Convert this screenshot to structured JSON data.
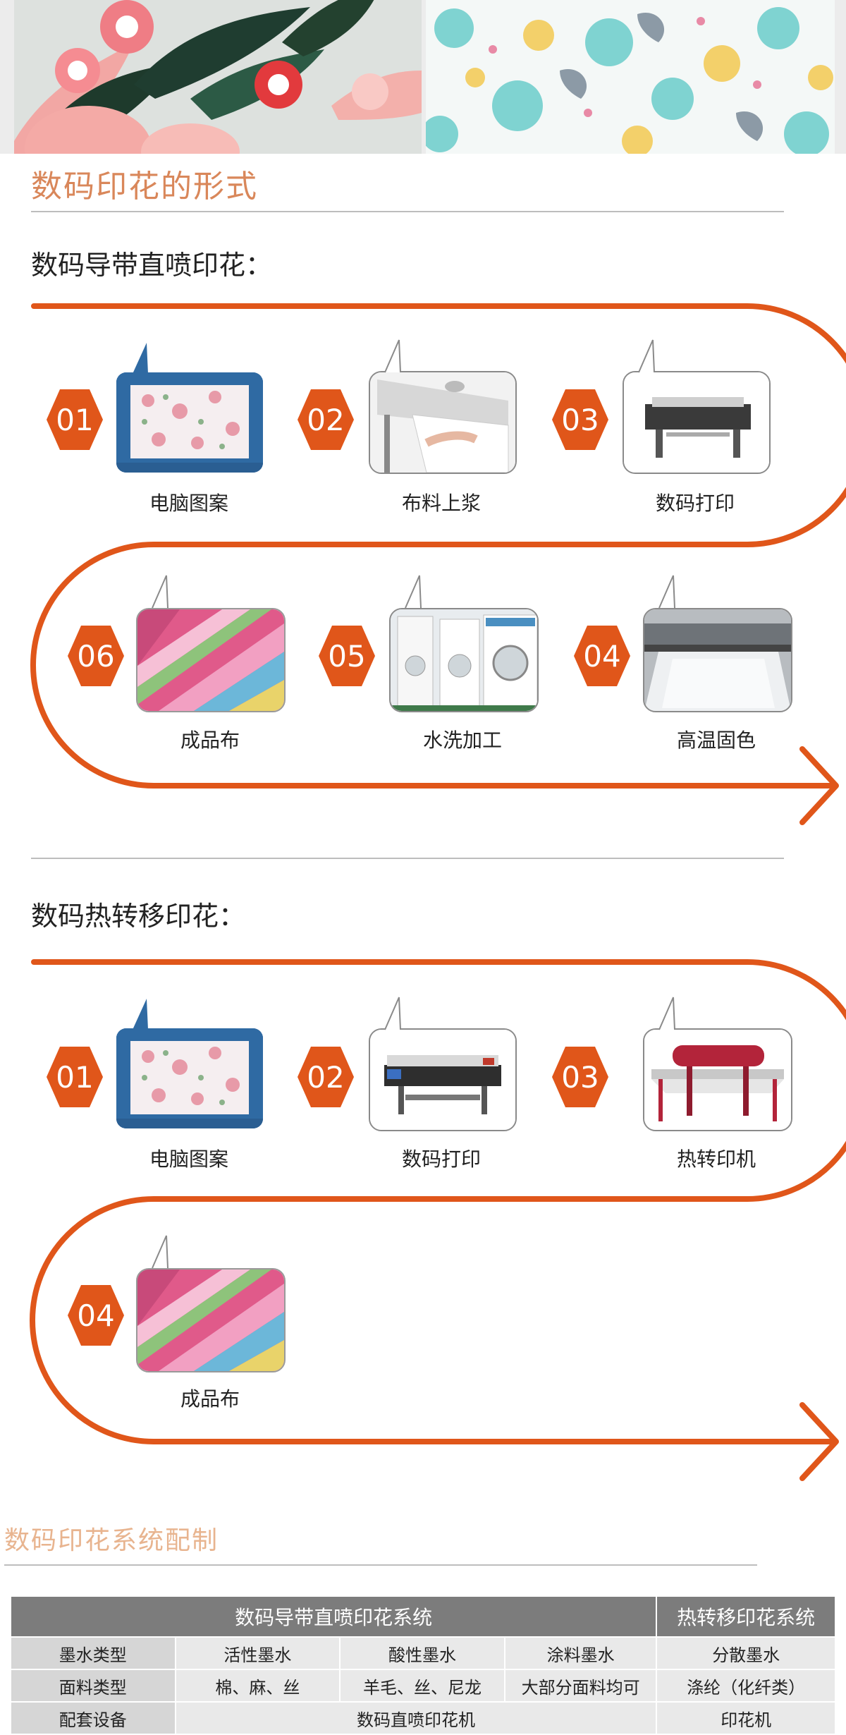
{
  "section1": {
    "title": "数码印花的形式"
  },
  "direct": {
    "title": "数码导带直喷印花：",
    "steps": [
      {
        "num": "01",
        "label": "电脑图案"
      },
      {
        "num": "02",
        "label": "布料上浆"
      },
      {
        "num": "03",
        "label": "数码打印"
      },
      {
        "num": "06",
        "label": "成品布"
      },
      {
        "num": "05",
        "label": "水洗加工"
      },
      {
        "num": "04",
        "label": "高温固色"
      }
    ]
  },
  "transfer": {
    "title": "数码热转移印花：",
    "steps": [
      {
        "num": "01",
        "label": "电脑图案"
      },
      {
        "num": "02",
        "label": "数码打印"
      },
      {
        "num": "03",
        "label": "热转印机"
      },
      {
        "num": "04",
        "label": "成品布"
      }
    ]
  },
  "section2": {
    "title": "数码印花系统配制"
  },
  "table": {
    "head_left": "数码导带直喷印花系统",
    "head_right": "热转移印花系统",
    "rows": [
      [
        "墨水类型",
        "活性墨水",
        "酸性墨水",
        "涂料墨水",
        "分散墨水"
      ],
      [
        "面料类型",
        "棉、麻、丝",
        "羊毛、丝、尼龙",
        "大部分面料均可",
        "涤纶（化纤类）"
      ]
    ],
    "partial_row": [
      "配套设备",
      "数码直喷印花机",
      "印花机"
    ]
  },
  "colors": {
    "accent": "#e0561a",
    "title_orange": "#d9875a",
    "table_head": "#7c7c7c"
  }
}
